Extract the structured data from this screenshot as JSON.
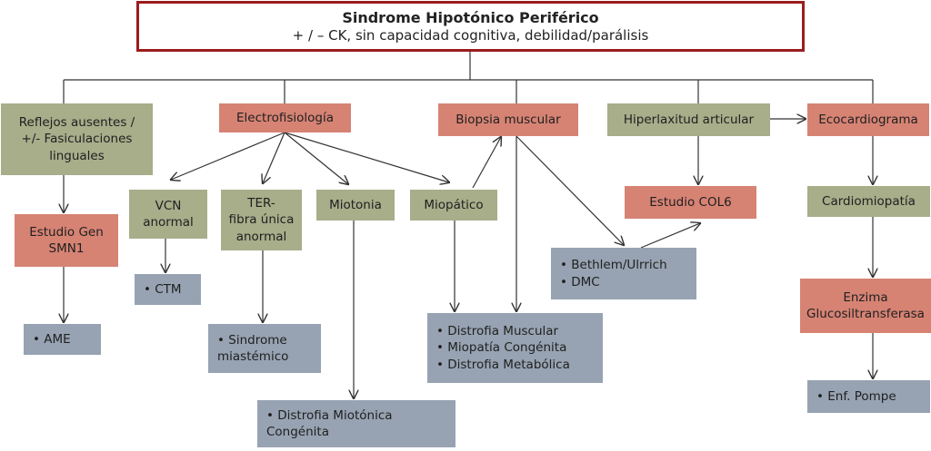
{
  "title": "Sindrome Hipotónico Periférico",
  "subtitle": "+ / – CK, sin capacidad cognitiva, debilidad/parálisis",
  "nodes": {
    "reflejos": "Reflejos ausentes /\n+/- Fasiculaciones\nlinguales",
    "electro": "Electrofisiología",
    "biopsia": "Biopsia muscular",
    "hiperlaxitud": "Hiperlaxitud articular",
    "ecocardiograma": "Ecocardiograma",
    "estudio_gen": "Estudio Gen\nSMN1",
    "ame": "• AME",
    "vcn": "VCN\nanormal",
    "ctm": "• CTM",
    "ter": "TER-\nfibra única\nanormal",
    "sindrome_miast": "• Sindrome\n  miastémico",
    "miotonia": "Miotonia",
    "distrofia_miot": "• Distrofia Miotónica Congénita",
    "miopatico": "Miopático",
    "distrofias": "• Distrofia Muscular\n• Miopatía Congénita\n• Distrofia Metabólica",
    "estudio_col6": "Estudio COL6",
    "bethlem": "• Bethlem/Ulrrich\n• DMC",
    "cardiomiopatia": "Cardiomiopatía",
    "enzima": "Enzima\nGlucosiltransferasa",
    "pompe": "• Enf. Pompe"
  },
  "colors": {
    "border_title": "#9b1c1c",
    "olive": "#a8ad8a",
    "salmon": "#d68374",
    "steel": "#97a3b2",
    "line": "#333333"
  }
}
